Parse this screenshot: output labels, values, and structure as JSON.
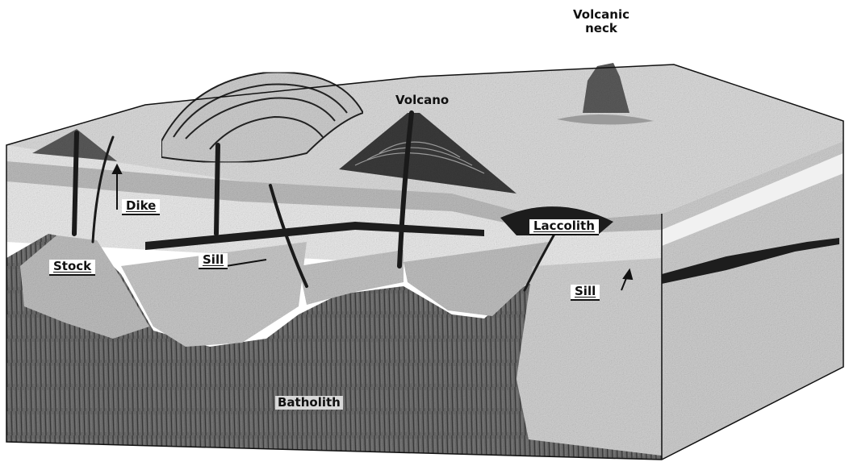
{
  "labels": {
    "volcanic_neck_line1": "Volcanic",
    "volcanic_neck_line2": "neck",
    "volcano": "Volcano",
    "dike": "Dike",
    "laccolith": "Laccolith",
    "stock": "Stock",
    "sill_left": "Sill",
    "sill_right": "Sill",
    "batholith": "Batholith"
  },
  "colors": {
    "ink": "#111111",
    "rock_light": "#d9d9d9",
    "rock_mid": "#a9a9a9",
    "rock_dark": "#555555",
    "layer_light": "#ededed",
    "background": "#ffffff"
  }
}
